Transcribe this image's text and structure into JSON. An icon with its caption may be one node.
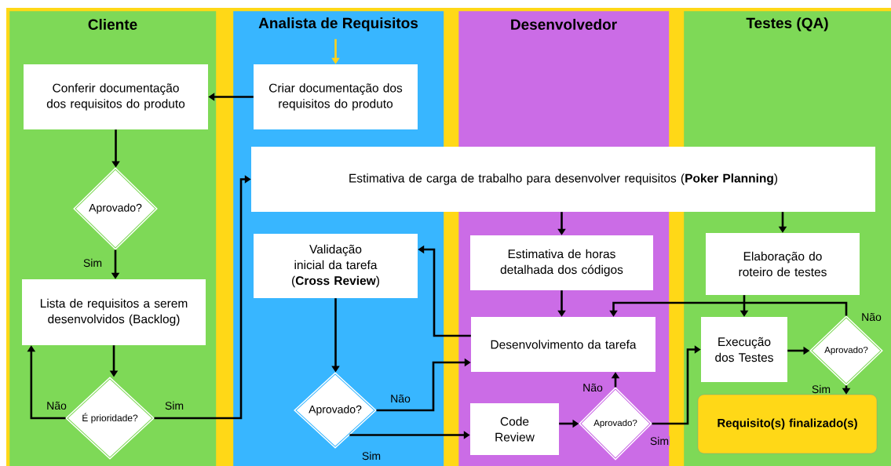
{
  "diagram": {
    "nodes": [
      {
        "text": [
          "Cliente"
        ]
      },
      {
        "text": [
          "Analista de Requisitos"
        ]
      },
      {
        "text": [
          "Desenvolvedor"
        ]
      },
      {
        "text": [
          "Testes (QA)"
        ]
      },
      {
        "text": [
          "Conferir documentação dos requisitos do produto"
        ],
        "in": 0
      },
      {
        "text": [
          "Criar documentação dos requisitos do produto"
        ],
        "in": 1
      },
      {
        "text": [
          "Estimativa de carga de trabalho para desenvolver requisitos (**Poker Planning**)"
        ]
      },
      {
        "text": [
          "Aprovado?"
        ],
        "in": 0
      },
      {
        "text": [
          "Lista de requisitos a serem desenvolvidos (Backlog)"
        ],
        "in": 0
      },
      {
        "text": [
          "É prioridade?"
        ],
        "in": 0
      },
      {
        "text": [
          "Validação inicial da tarefa (**Cross Review**)"
        ],
        "in": 1
      },
      {
        "text": [
          "Aprovado?"
        ],
        "in": 1
      },
      {
        "text": [
          "Estimativa de horas detalhada dos códigos"
        ],
        "in": 2
      },
      {
        "text": [
          "Desenvolvimento da tarefa"
        ],
        "in": 2
      },
      {
        "text": [
          "Code Review"
        ],
        "in": 2
      },
      {
        "text": [
          "Aprovado?"
        ],
        "in": 2
      },
      {
        "text": [
          "Elaboração do roteiro de testes"
        ],
        "in": 3
      },
      {
        "text": [
          "Execução dos Testes"
        ],
        "in": 3
      },
      {
        "text": [
          "Aprovado?"
        ],
        "in": 3
      },
      {
        "text": [
          "**Requisito**(s) **finalizado**(s)"
        ],
        "in": 3
      }
    ],
    "edges": [
      {
        "from": null,
        "to": 5,
        "arrow": "to",
        "color": "#ffd21a"
      },
      {
        "from": 5,
        "to": 4,
        "arrow": "to"
      },
      {
        "from": 4,
        "to": 7,
        "arrow": "to"
      },
      {
        "from": 7,
        "to": 8,
        "arrow": "to",
        "label": "Sim"
      },
      {
        "from": 8,
        "to": 9,
        "arrow": "to"
      },
      {
        "from": 9,
        "to": 8,
        "arrow": "to",
        "label": "Não"
      },
      {
        "from": 9,
        "to": 6,
        "arrow": "to",
        "label": "Sim"
      },
      {
        "from": 6,
        "to": 12,
        "arrow": "to"
      },
      {
        "from": 6,
        "to": 16,
        "arrow": "to"
      },
      {
        "from": 10,
        "to": 11,
        "arrow": "to"
      },
      {
        "from": 11,
        "to": 13,
        "arrow": "to",
        "label": "Não"
      },
      {
        "from": 11,
        "to": 14,
        "arrow": "to",
        "label": "Sim"
      },
      {
        "from": 12,
        "to": 13,
        "arrow": "to"
      },
      {
        "from": 13,
        "to": 10,
        "arrow": "to"
      },
      {
        "from": 14,
        "to": 15,
        "arrow": "to"
      },
      {
        "from": 15,
        "to": 13,
        "arrow": "to",
        "label": "Não"
      },
      {
        "from": 15,
        "to": 17,
        "arrow": "to",
        "label": "Sim"
      },
      {
        "from": 16,
        "to": 17,
        "arrow": "to"
      },
      {
        "from": 17,
        "to": 18,
        "arrow": "to"
      },
      {
        "from": 18,
        "to": 13,
        "arrow": "to",
        "label": "Não"
      },
      {
        "from": 18,
        "to": 19,
        "arrow": "to",
        "label": "Sim"
      }
    ]
  }
}
